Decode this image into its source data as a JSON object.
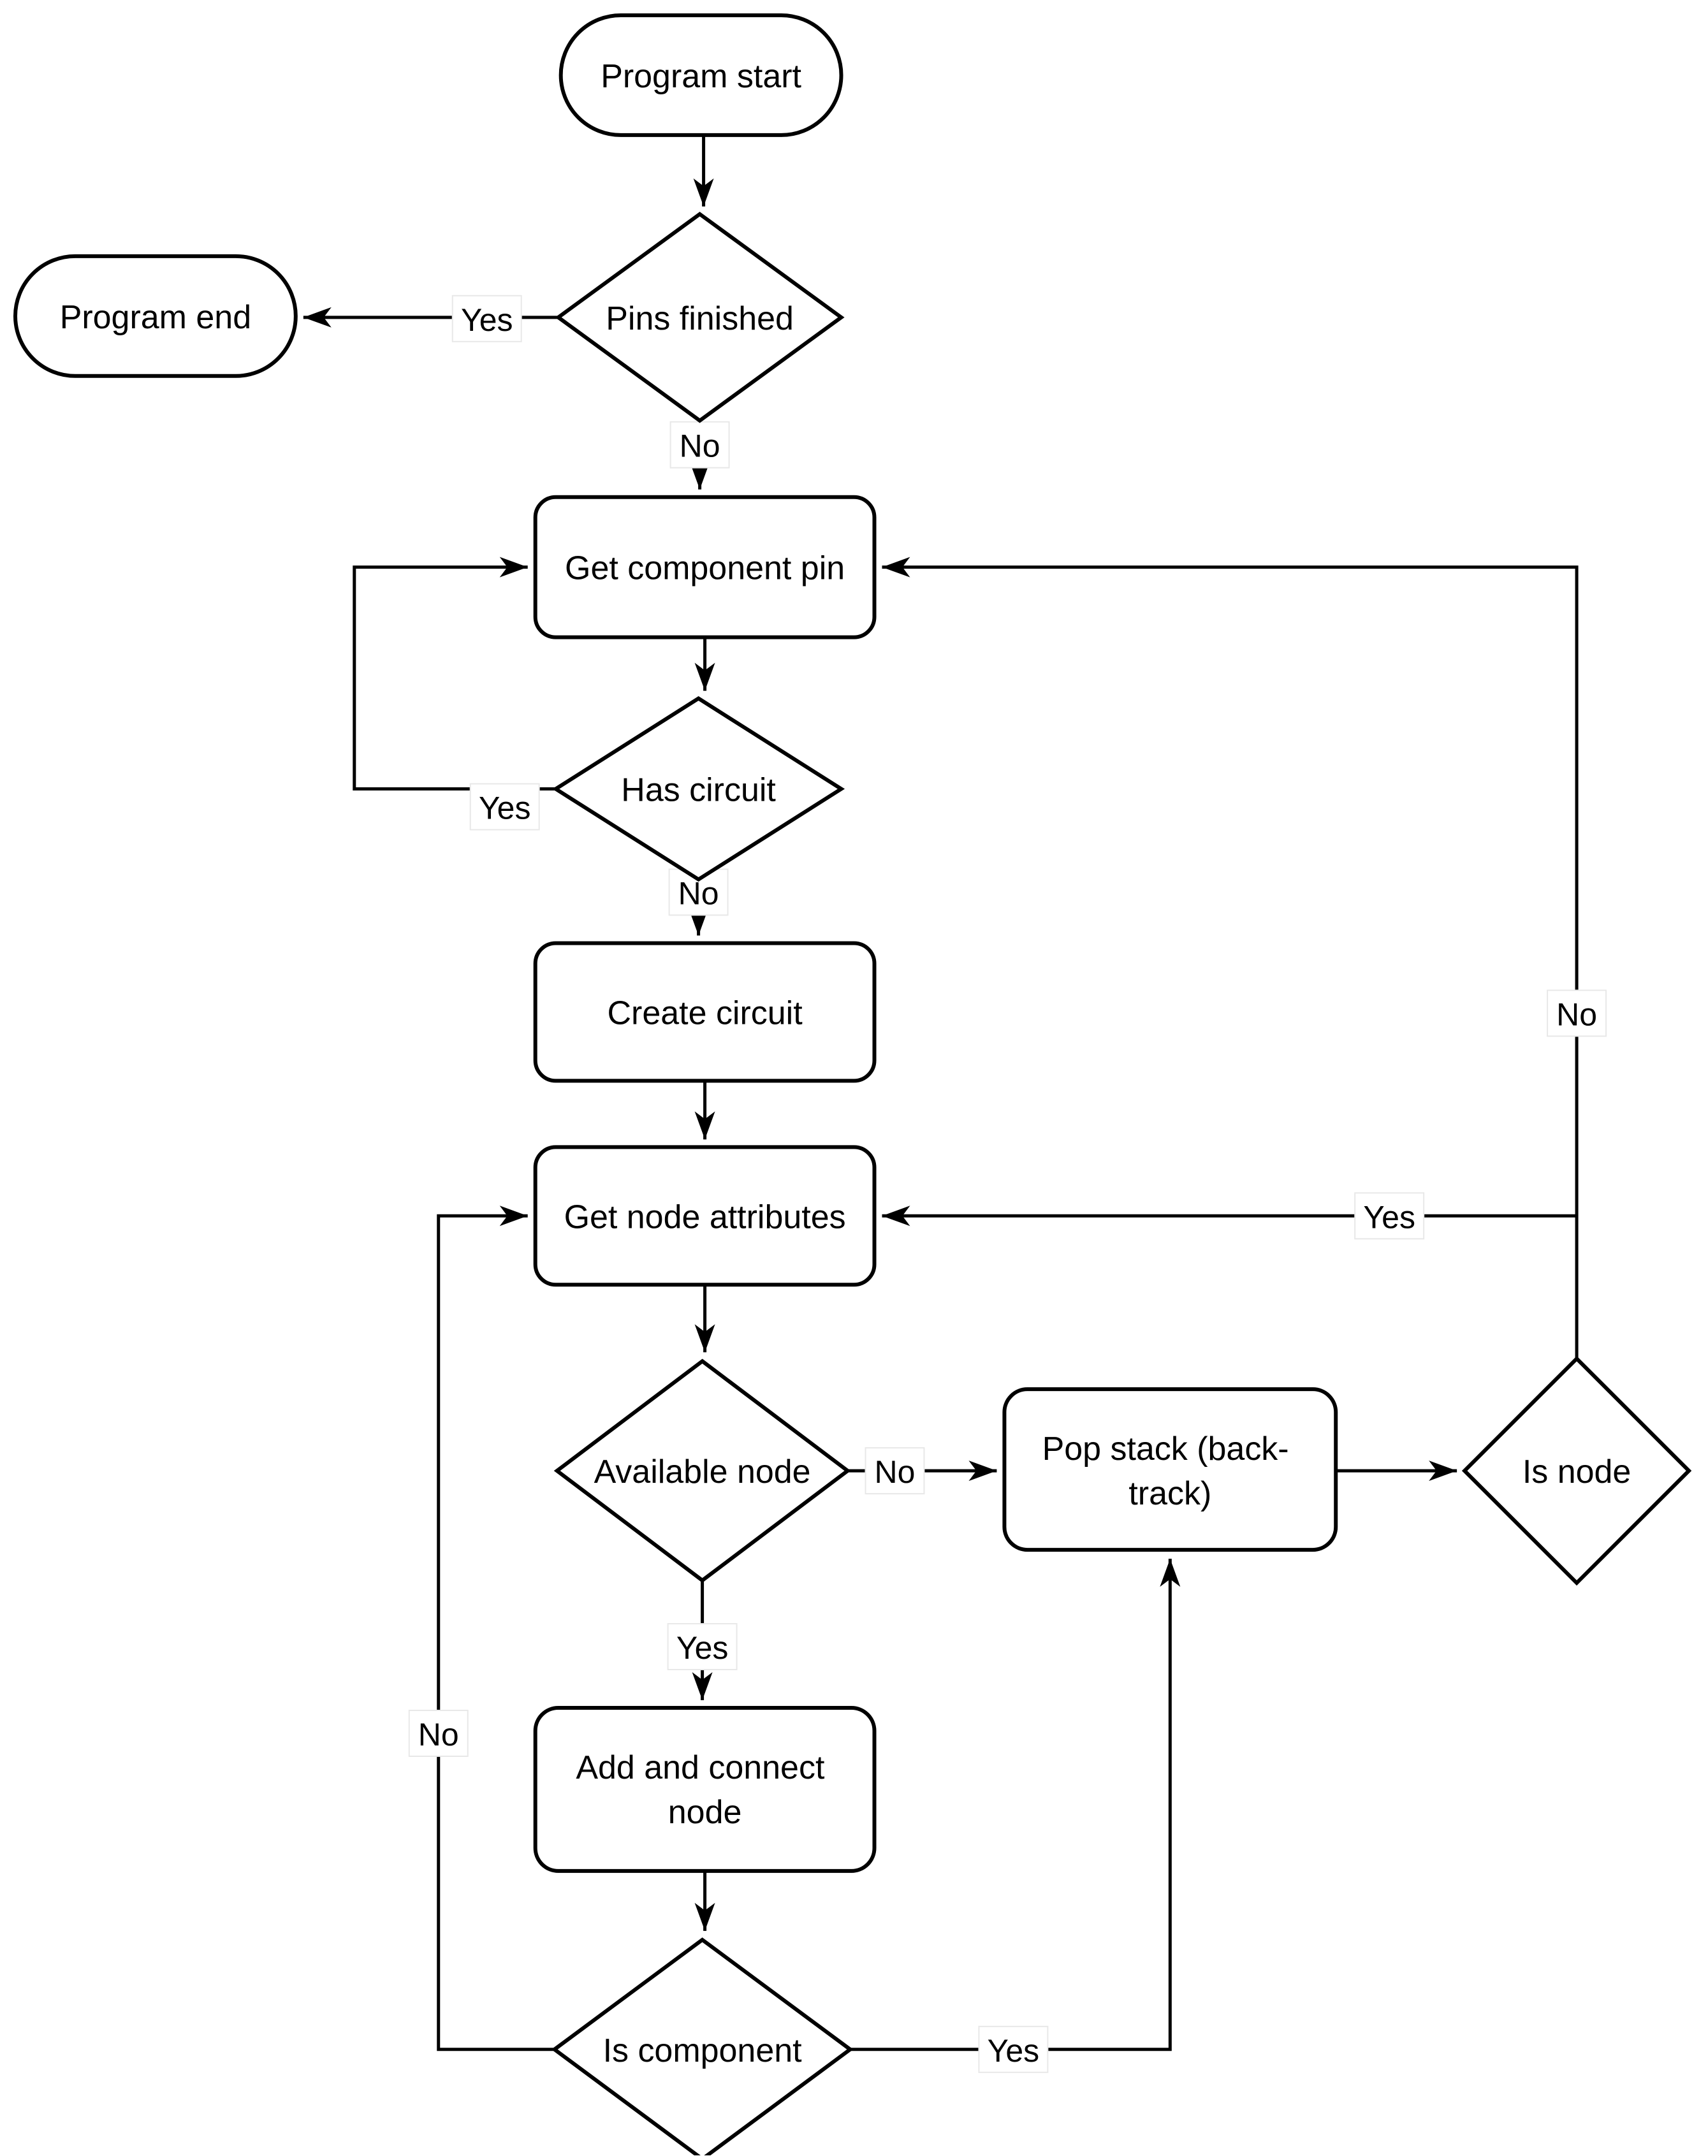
{
  "diagram": {
    "type": "flowchart",
    "background_color": "#ffffff",
    "stroke_color": "#000000",
    "node_fill_color": "#ffffff",
    "nodes": [
      {
        "id": "program_start",
        "shape": "stadium",
        "label": "Program start"
      },
      {
        "id": "pins_finished",
        "shape": "diamond",
        "label": "Pins finished"
      },
      {
        "id": "program_end",
        "shape": "stadium",
        "label": "Program end"
      },
      {
        "id": "get_component_pin",
        "shape": "rounded-rect",
        "label": "Get component pin"
      },
      {
        "id": "has_circuit",
        "shape": "diamond",
        "label": "Has circuit"
      },
      {
        "id": "create_circuit",
        "shape": "rounded-rect",
        "label": "Create circuit"
      },
      {
        "id": "get_node_attributes",
        "shape": "rounded-rect",
        "label": "Get node attributes"
      },
      {
        "id": "available_node",
        "shape": "diamond",
        "label": "Available node"
      },
      {
        "id": "pop_stack",
        "shape": "rounded-rect",
        "label": "Pop stack (back-track)",
        "lines": [
          "Pop stack (back-",
          "track)"
        ]
      },
      {
        "id": "is_node",
        "shape": "diamond",
        "label": "Is node"
      },
      {
        "id": "add_connect_node",
        "shape": "rounded-rect",
        "label": "Add and connect node",
        "lines": [
          "Add and connect",
          "node"
        ]
      },
      {
        "id": "is_component",
        "shape": "diamond",
        "label": "Is component"
      }
    ],
    "edges": [
      {
        "from": "program_start",
        "to": "pins_finished",
        "label": ""
      },
      {
        "from": "pins_finished",
        "to": "program_end",
        "label": "Yes"
      },
      {
        "from": "pins_finished",
        "to": "get_component_pin",
        "label": "No"
      },
      {
        "from": "get_component_pin",
        "to": "has_circuit",
        "label": ""
      },
      {
        "from": "has_circuit",
        "to": "get_component_pin",
        "label": "Yes"
      },
      {
        "from": "has_circuit",
        "to": "create_circuit",
        "label": "No"
      },
      {
        "from": "create_circuit",
        "to": "get_node_attributes",
        "label": ""
      },
      {
        "from": "get_node_attributes",
        "to": "available_node",
        "label": ""
      },
      {
        "from": "available_node",
        "to": "pop_stack",
        "label": "No"
      },
      {
        "from": "available_node",
        "to": "add_connect_node",
        "label": "Yes"
      },
      {
        "from": "pop_stack",
        "to": "is_node",
        "label": ""
      },
      {
        "from": "is_node",
        "to": "get_component_pin",
        "label": "No"
      },
      {
        "from": "is_node",
        "to": "get_node_attributes",
        "label": "Yes"
      },
      {
        "from": "add_connect_node",
        "to": "is_component",
        "label": ""
      },
      {
        "from": "is_component",
        "to": "pop_stack",
        "label": "Yes"
      },
      {
        "from": "is_component",
        "to": "get_node_attributes",
        "label": "No"
      }
    ]
  }
}
